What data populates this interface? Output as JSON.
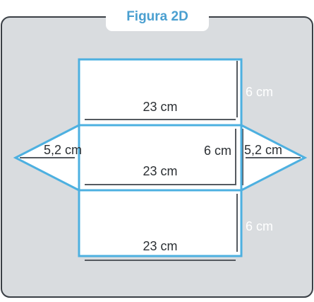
{
  "header": {
    "title": "Figura 2D"
  },
  "labels": {
    "top_width": "23 cm",
    "middle_width": "23 cm",
    "bottom_width": "23 cm",
    "top_height": "6 cm",
    "middle_height": "6 cm",
    "bottom_height": "6 cm",
    "left_triangle": "5,2 cm",
    "right_triangle": "5,2 cm"
  },
  "colors": {
    "panel_background": "#d9dcdf",
    "panel_border": "#3a3f45",
    "outline": "#4db0e0",
    "face_fill": "#ffffff",
    "measure_line": "#555a60",
    "title_text": "#4a9fd0",
    "label_text": "#2b2f33",
    "outside_label_text": "#ffffff"
  }
}
